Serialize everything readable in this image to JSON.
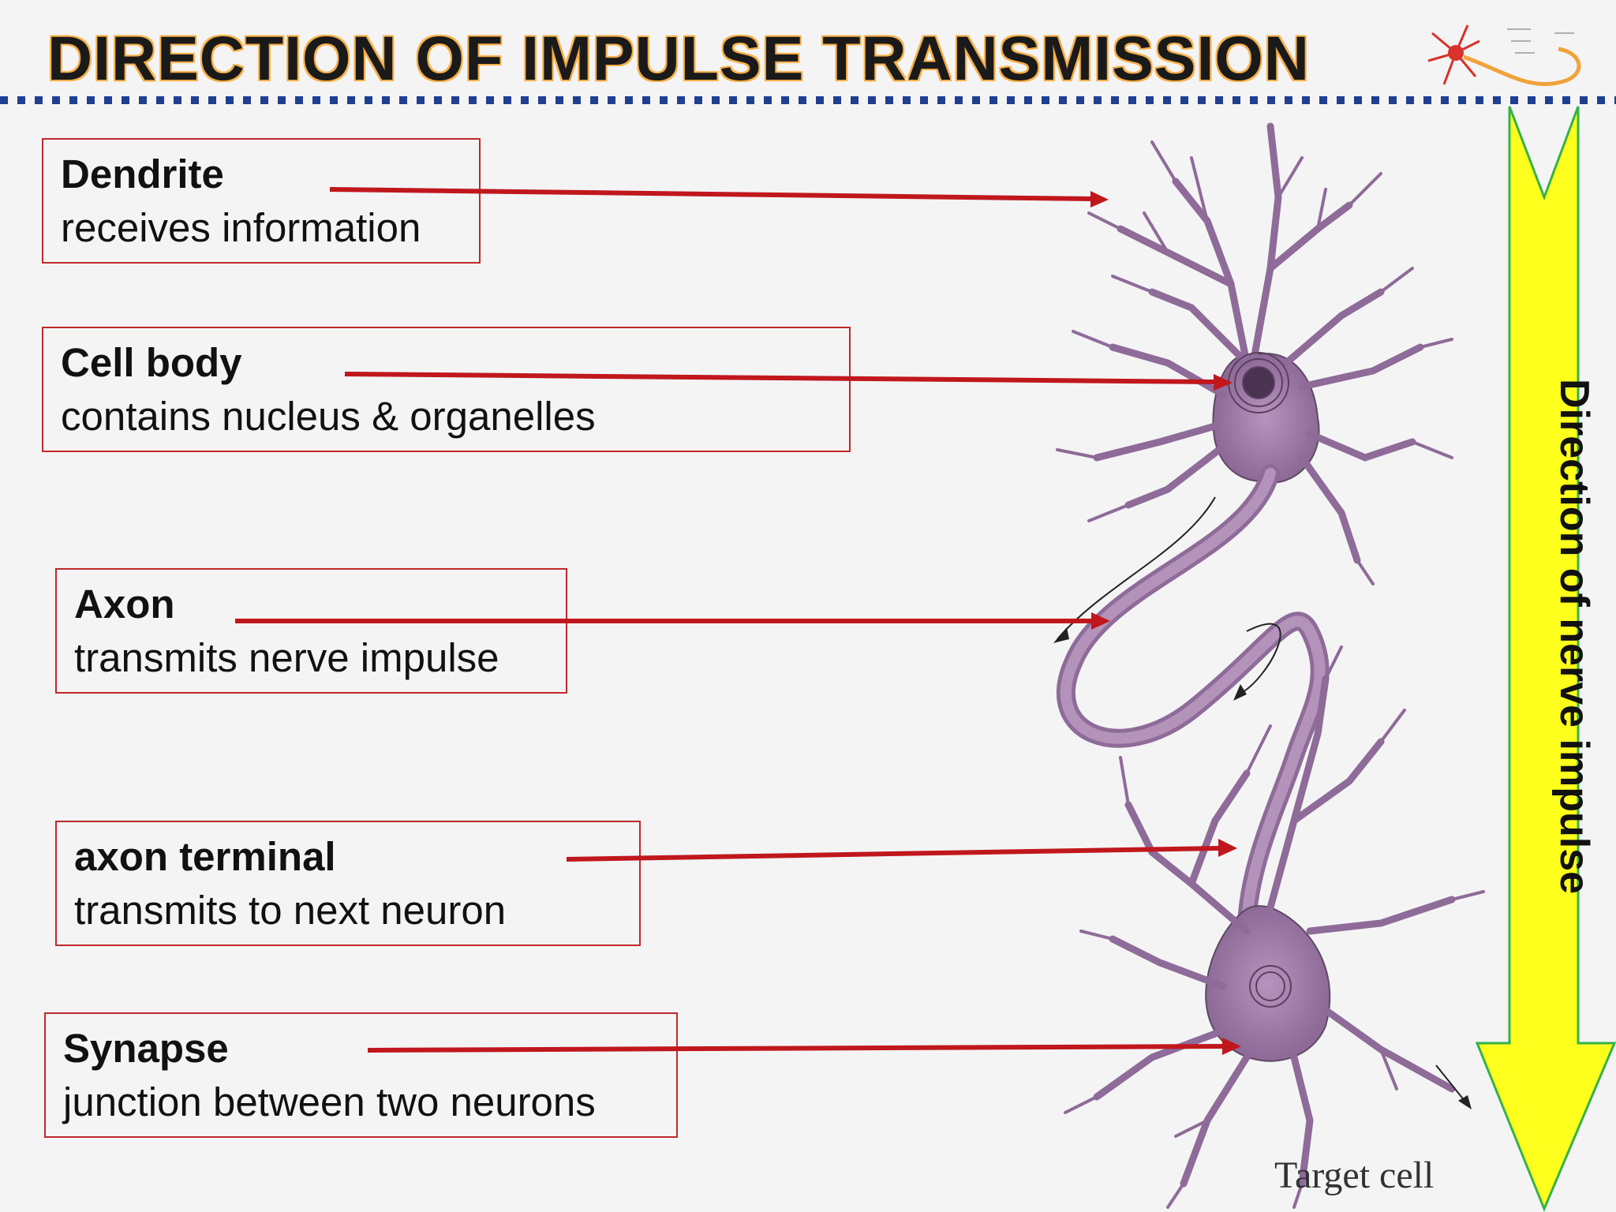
{
  "title": "DIRECTION OF IMPULSE TRANSMISSION",
  "side_label": "Direction of nerve impulse",
  "target_label": "Target cell",
  "labels": [
    {
      "name": "Dendrite",
      "desc": "receives information"
    },
    {
      "name": "Cell body",
      "desc": "contains nucleus & organelles"
    },
    {
      "name": "Axon",
      "desc": "transmits nerve impulse"
    },
    {
      "name": "axon terminal",
      "desc": "transmits to next neuron"
    },
    {
      "name": "Synapse",
      "desc": "junction between two neurons"
    }
  ],
  "colors": {
    "box_border": "#c0282a",
    "pointer_arrow": "#c0171d",
    "title_glow": "#f6b44e",
    "dotted_line": "#1f3f91",
    "big_arrow_fill": "#ffff1e",
    "big_arrow_border": "#35b24a",
    "neuron": "#a07fa8"
  },
  "icons": [
    "neuron-logo-icon"
  ]
}
